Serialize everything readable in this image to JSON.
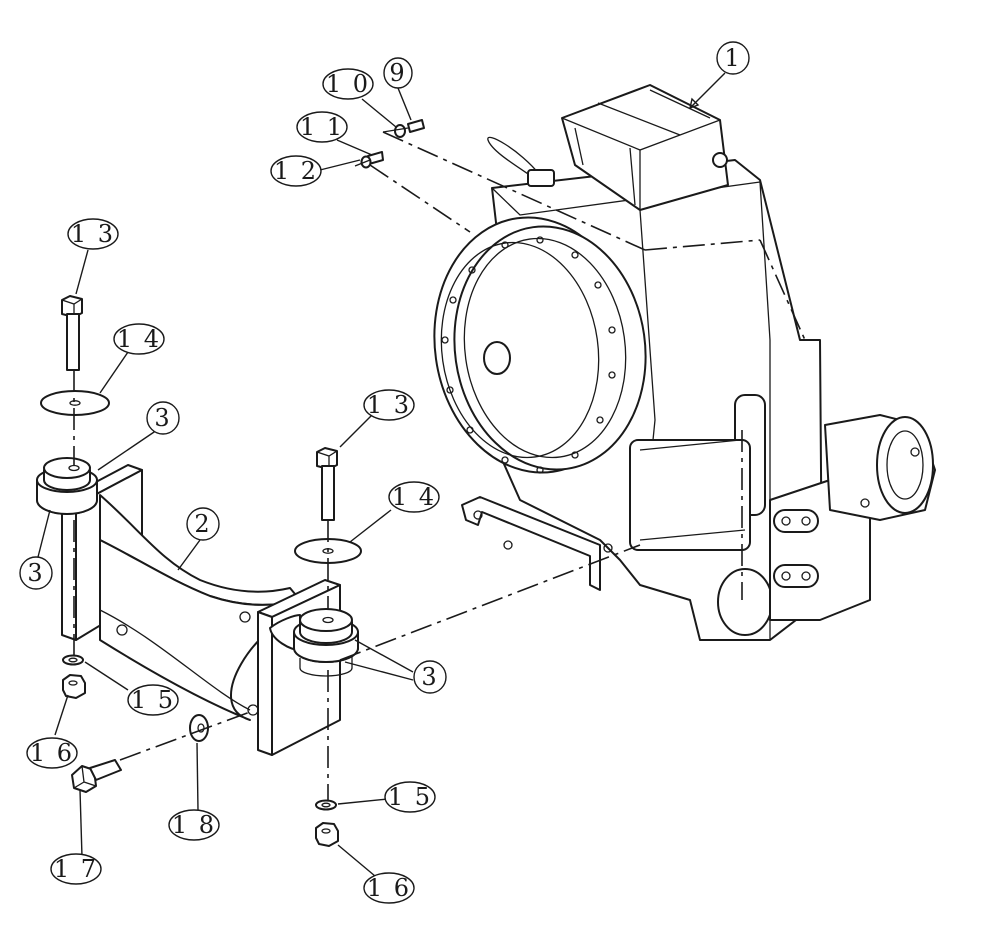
{
  "diagram": {
    "callouts": [
      {
        "id": "c1",
        "label": "1"
      },
      {
        "id": "c2",
        "label": "2"
      },
      {
        "id": "c3a",
        "label": "3"
      },
      {
        "id": "c3b",
        "label": "3"
      },
      {
        "id": "c3c",
        "label": "3"
      },
      {
        "id": "c9",
        "label": "9"
      },
      {
        "id": "c10",
        "label": "1 0"
      },
      {
        "id": "c11",
        "label": "1 1"
      },
      {
        "id": "c12",
        "label": "1 2"
      },
      {
        "id": "c13a",
        "label": "1 3"
      },
      {
        "id": "c13b",
        "label": "1 3"
      },
      {
        "id": "c14a",
        "label": "1 4"
      },
      {
        "id": "c14b",
        "label": "1 4"
      },
      {
        "id": "c15a",
        "label": "1 5"
      },
      {
        "id": "c15b",
        "label": "1 5"
      },
      {
        "id": "c16a",
        "label": "1 6"
      },
      {
        "id": "c16b",
        "label": "1 6"
      },
      {
        "id": "c17",
        "label": "1 7"
      },
      {
        "id": "c18",
        "label": "1 8"
      }
    ]
  }
}
